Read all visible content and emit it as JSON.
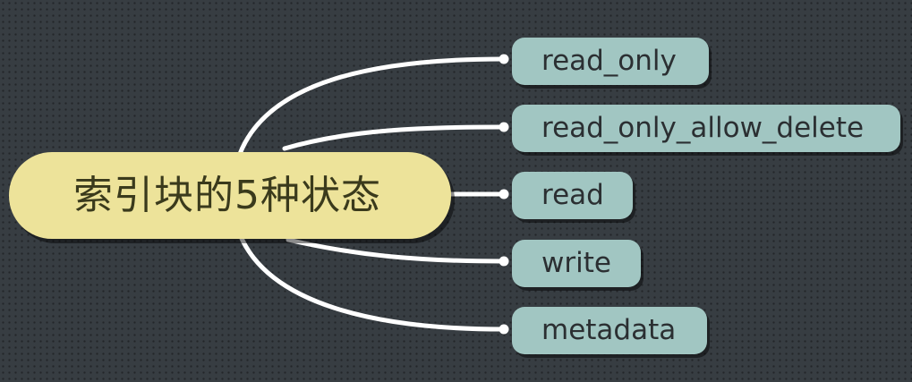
{
  "mindmap": {
    "central_topic": "索引块的5种状态",
    "sub_topics": [
      "read_only",
      "read_only_allow_delete",
      "read",
      "write",
      "metadata"
    ]
  },
  "colors": {
    "background": "#373d42",
    "central_fill": "#ede39a",
    "sub_fill": "#a1c6c2",
    "connector": "#ffffff"
  }
}
